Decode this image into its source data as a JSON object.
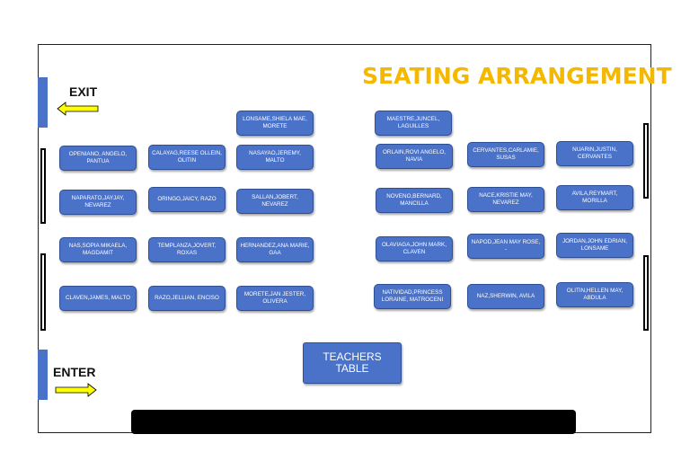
{
  "title": "SEATING ARRANGEMENT",
  "exit_label": "EXIT",
  "enter_label": "ENTER",
  "teachers_table": "TEACHERS\nTABLE",
  "colors": {
    "title": "#f5b800",
    "desk": "#4a72c8",
    "arrow": "#ffff00"
  },
  "left_desks": [
    "LONSAME,SHIELA MAE, MORETE",
    "OPENIANO, ANGELO, PANTUA",
    "CALAYAG,REESE OLLEIN, OLITIN",
    "NASAYAO,JEREMY, MALTO",
    "NAPARATO,JAYJAY, NEVAREZ",
    "ORINGO,JAICY, RAZO",
    "SALLAN,JOBERT, NEVAREZ",
    "NAS,SOPIA MIKAELA, MAGDAMIT",
    "TEMPLANZA,JOVERT, ROXAS",
    "HERNANDEZ,ANA MARIE, GAA",
    "CLAVEN,JAMES, MALTO",
    "RAZO,JELLIAN, ENCISO",
    "MORETE,JAN JESTER, OLIVERA"
  ],
  "right_desks": [
    "MAESTRE,JUNCEL, LAGUILLES",
    "ORLAIN,ROVI ANGELO, NAVIA",
    "CERVANTES,CARLAMIE, SUSAS",
    "NUARIN,JUSTIN, CERVANTES",
    "NOVENO,BERNARD, MANCILLA",
    "NACE,KRISTIE MAY, NEVAREZ",
    "AVILA,REYMART, MORILLA",
    "OLAVIAGA,JOHN MARK, CLAVEN",
    "NAPOD,JEAN MAY ROSE, -",
    "JORDAN,JOHN EDRIAN, LONSAME",
    "NATIVIDAD,PRINCESS LORAINE, MATROCENI",
    "NAZ,SHERWIN, AVILA",
    "OLITIN,HELLEN MAY, ABDULA"
  ]
}
